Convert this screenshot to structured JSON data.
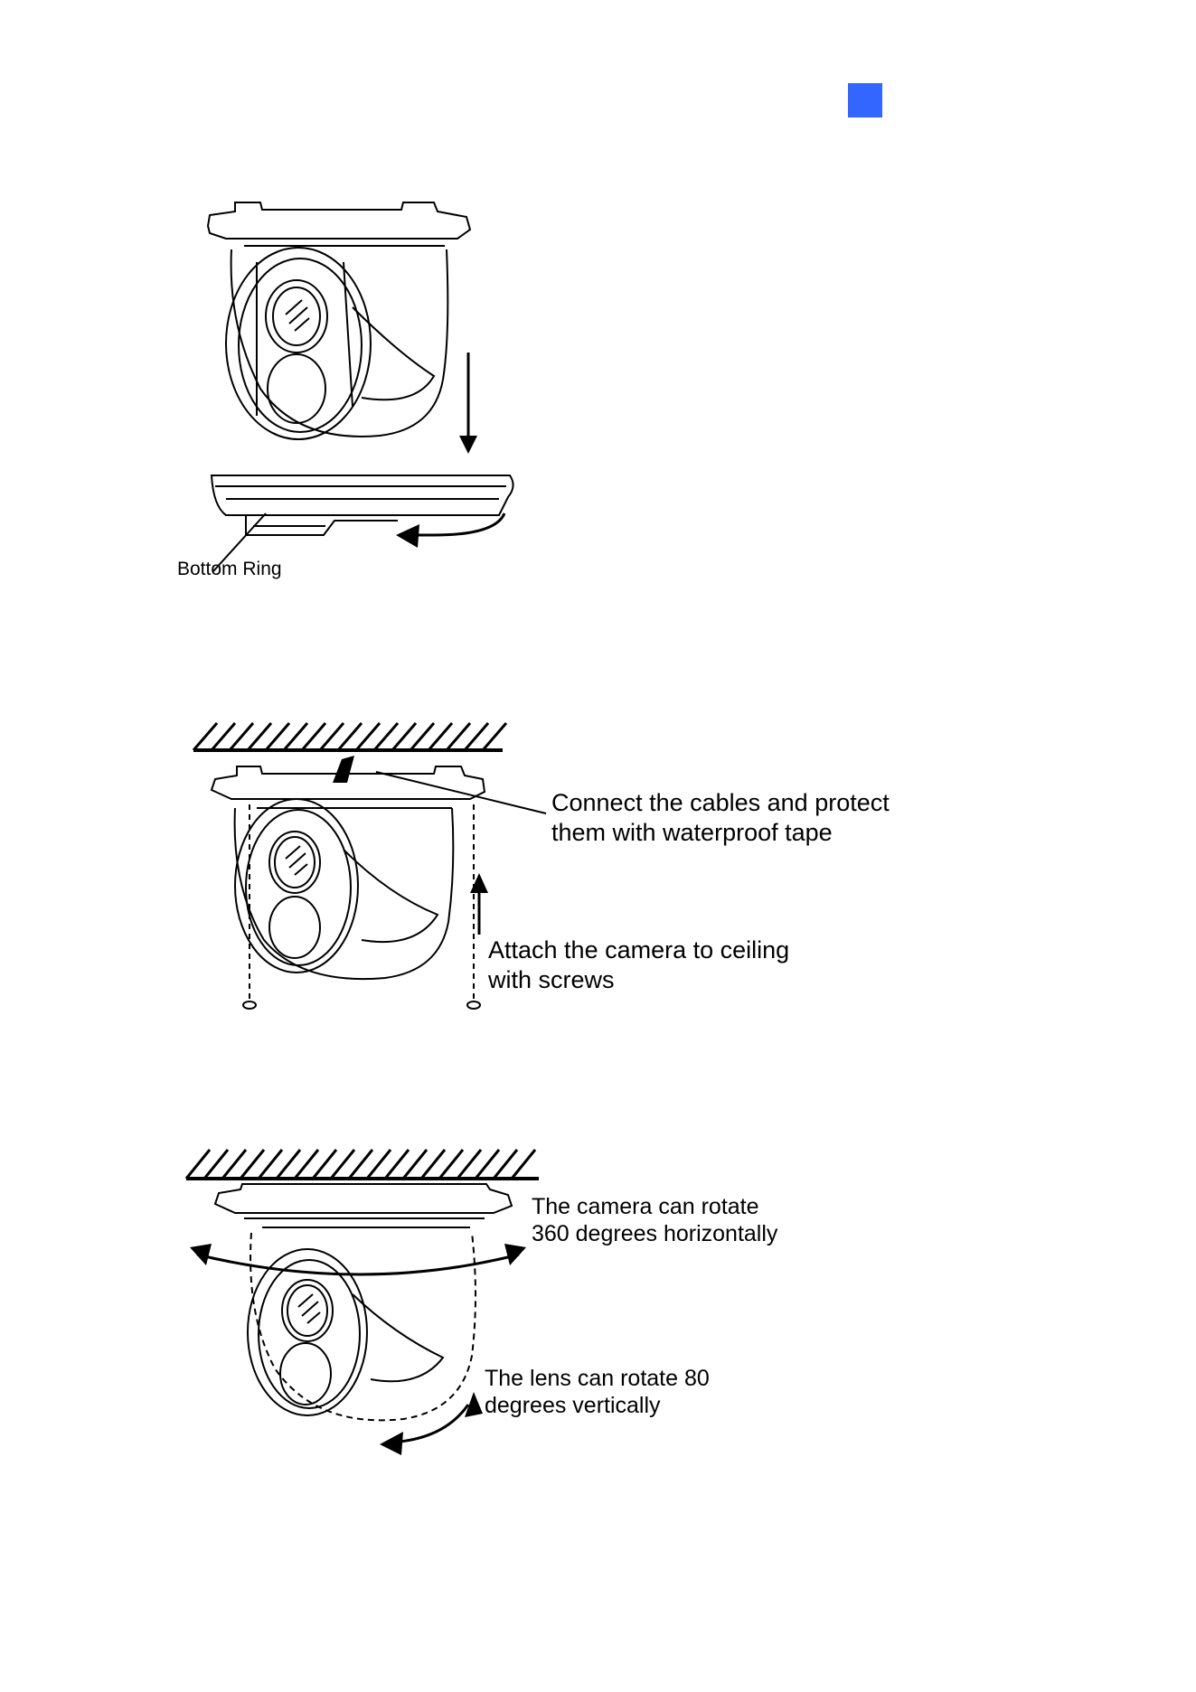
{
  "page": {
    "accent_color": "#3366ff"
  },
  "figure1": {
    "labels": {
      "bottom_ring": "Bottom Ring"
    }
  },
  "figure2": {
    "labels": {
      "cables_line1": "Connect the cables and protect",
      "cables_line2": "them with waterproof tape",
      "attach_line1": "Attach the camera to ceiling",
      "attach_line2": "with screws"
    }
  },
  "figure3": {
    "labels": {
      "rotate_h_line1": "The camera can rotate",
      "rotate_h_line2": "360 degrees horizontally",
      "rotate_v_line1": "The lens can rotate 80",
      "rotate_v_line2": "degrees vertically"
    }
  }
}
